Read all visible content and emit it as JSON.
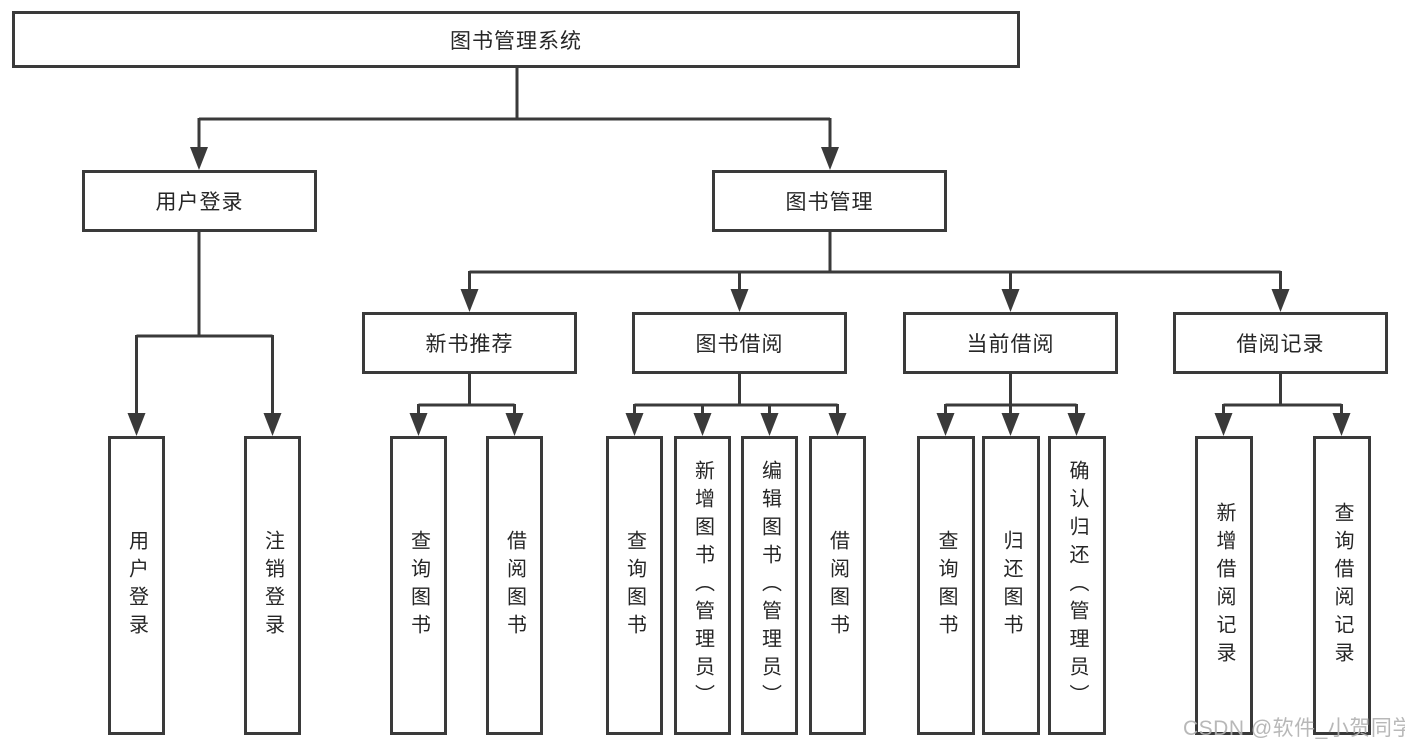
{
  "title": "图书管理系统",
  "watermark": "CSDN @软件_小贺同学",
  "colors": {
    "line": "#3a3a3a",
    "box_border": "#3a3a3a",
    "box_fill": "#ffffff",
    "text": "#262626",
    "watermark": "#b2b2b2",
    "background": "#ffffff"
  },
  "tree": {
    "label": "图书管理系统",
    "children": [
      {
        "label": "用户登录",
        "children": [
          {
            "label": "用户登录"
          },
          {
            "label": "注销登录"
          }
        ]
      },
      {
        "label": "图书管理",
        "children": [
          {
            "label": "新书推荐",
            "children": [
              {
                "label": "查询图书"
              },
              {
                "label": "借阅图书"
              }
            ]
          },
          {
            "label": "图书借阅",
            "children": [
              {
                "label": "查询图书"
              },
              {
                "label": "新增图书（管理员）"
              },
              {
                "label": "编辑图书（管理员）"
              },
              {
                "label": "借阅图书"
              }
            ]
          },
          {
            "label": "当前借阅",
            "children": [
              {
                "label": "查询图书"
              },
              {
                "label": "归还图书"
              },
              {
                "label": "确认归还（管理员）"
              }
            ]
          },
          {
            "label": "借阅记录",
            "children": [
              {
                "label": "新增借阅记录"
              },
              {
                "label": "查询借阅记录"
              }
            ]
          }
        ]
      }
    ]
  }
}
